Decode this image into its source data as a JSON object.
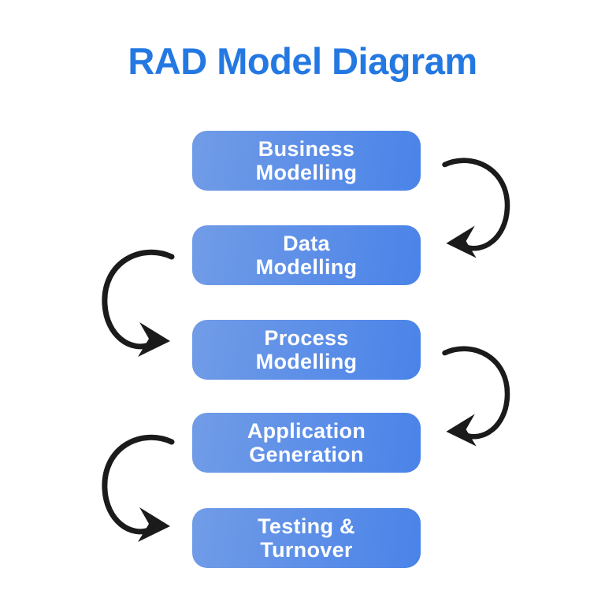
{
  "title": "RAD Model Diagram",
  "diagram": {
    "type": "vertical-flow",
    "steps": [
      {
        "name": "business-modelling",
        "line1": "Business",
        "line2": "Modelling"
      },
      {
        "name": "data-modelling",
        "line1": "Data",
        "line2": "Modelling"
      },
      {
        "name": "process-modelling",
        "line1": "Process",
        "line2": "Modelling"
      },
      {
        "name": "application-generation",
        "line1": "Application",
        "line2": "Generation"
      },
      {
        "name": "testing-turnover",
        "line1": "Testing &",
        "line2": "Turnover"
      }
    ],
    "arrows": [
      {
        "from": "Business Modelling",
        "to": "Data Modelling",
        "side": "right",
        "style": "hand-drawn-curve"
      },
      {
        "from": "Data Modelling",
        "to": "Process Modelling",
        "side": "left",
        "style": "hand-drawn-curve"
      },
      {
        "from": "Process Modelling",
        "to": "Application Generation",
        "side": "right",
        "style": "hand-drawn-curve"
      },
      {
        "from": "Application Generation",
        "to": "Testing & Turnover",
        "side": "left",
        "style": "hand-drawn-curve"
      }
    ]
  },
  "colors": {
    "background": "#ffffff",
    "title_text": "#2478e2",
    "box_gradient_left": "#719ce7",
    "box_gradient_right": "#4a83e8",
    "box_text": "#ffffff",
    "arrow": "#1b1b1b"
  }
}
